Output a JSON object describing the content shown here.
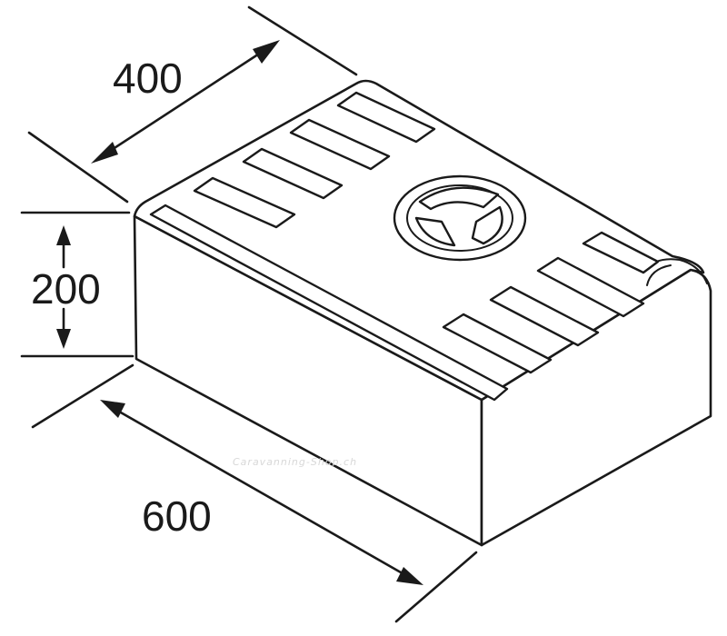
{
  "dimensions": {
    "depth": "400",
    "height": "200",
    "width": "600"
  },
  "watermark": "Caravanning-Shop.ch",
  "colors": {
    "line": "#1a1a1a",
    "background": "#ffffff"
  }
}
